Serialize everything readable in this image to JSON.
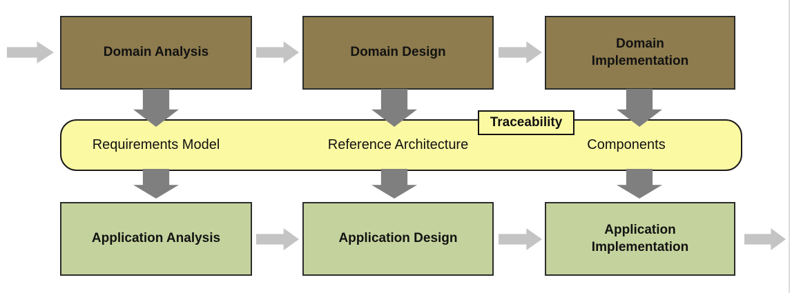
{
  "colors": {
    "brown": "#8E7C4E",
    "green": "#C4D39D",
    "yellow": "#FCF9A3",
    "arrow_light": "#C4C4C4",
    "arrow_dark": "#7F7F7F"
  },
  "top_row": [
    {
      "label": "Domain Analysis"
    },
    {
      "label": "Domain Design"
    },
    {
      "label": "Domain\nImplementation"
    }
  ],
  "band": {
    "tag": "Traceability",
    "items": [
      {
        "label": "Requirements Model"
      },
      {
        "label": "Reference Architecture"
      },
      {
        "label": "Components"
      }
    ]
  },
  "bottom_row": [
    {
      "label": "Application Analysis"
    },
    {
      "label": "Application Design"
    },
    {
      "label": "Application\nImplementation"
    }
  ]
}
